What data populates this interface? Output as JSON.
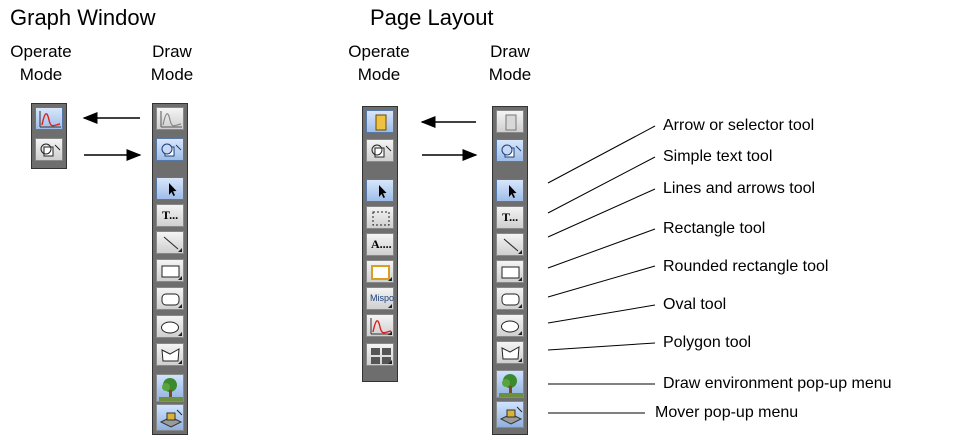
{
  "graph_window": {
    "title": "Graph Window",
    "operate_label": "Operate\nMode",
    "draw_label": "Draw\nMode"
  },
  "page_layout": {
    "title": "Page Layout",
    "operate_label": "Operate\nMode",
    "draw_label": "Draw\nMode"
  },
  "callouts": [
    "Arrow or selector tool",
    "Simple text tool",
    "Lines and arrows tool",
    "Rectangle tool",
    "Rounded rectangle tool",
    "Oval tool",
    "Polygon tool",
    "Draw environment pop-up menu",
    "Mover pop-up menu"
  ],
  "tool_text": {
    "text_tool": "T...",
    "annot_tool": "A....",
    "mispo_tool": "Mispo"
  },
  "colors": {
    "selected_tool": "#9fbde8",
    "palette_bg": "#6e6e6e",
    "graph_trace": "#e02020"
  }
}
